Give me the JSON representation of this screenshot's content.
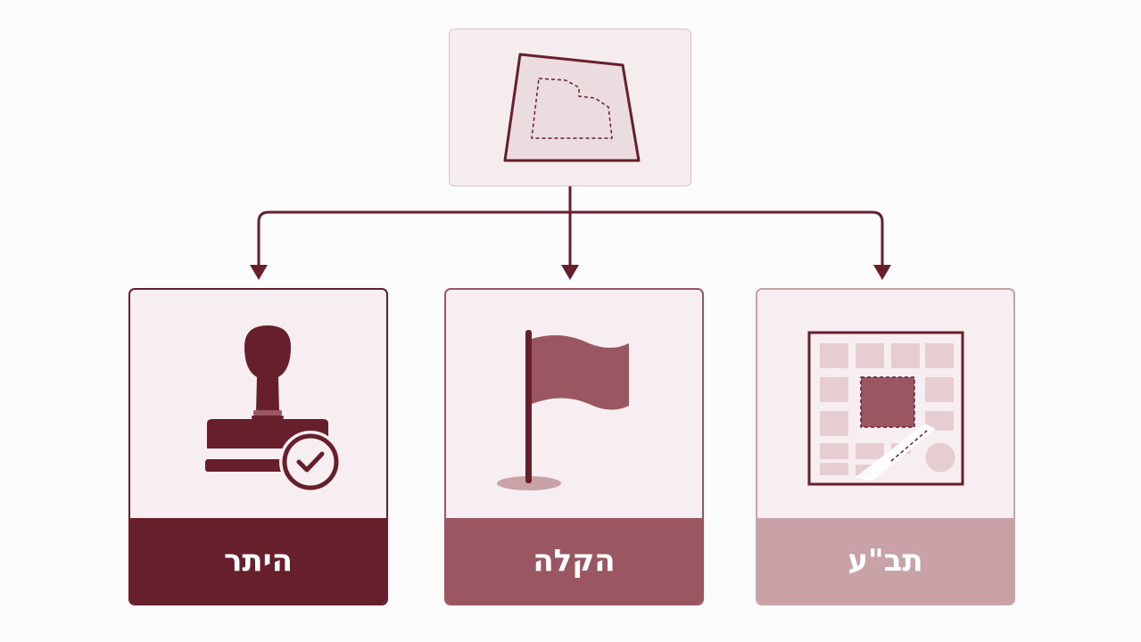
{
  "colors": {
    "dark": "#661f2b",
    "medium": "#9a5761",
    "light": "#c8a2a7",
    "card_background": "#f6eef0"
  },
  "top_node": {
    "icon": "land-parcel-icon"
  },
  "cards": [
    {
      "label": "היתר",
      "icon": "approval-stamp-icon",
      "color": "#661f2b"
    },
    {
      "label": "הקלה",
      "icon": "flag-icon",
      "color": "#9a5761"
    },
    {
      "label": "תב\"ע",
      "icon": "zoning-plan-icon",
      "color": "#c8a2a7"
    }
  ]
}
